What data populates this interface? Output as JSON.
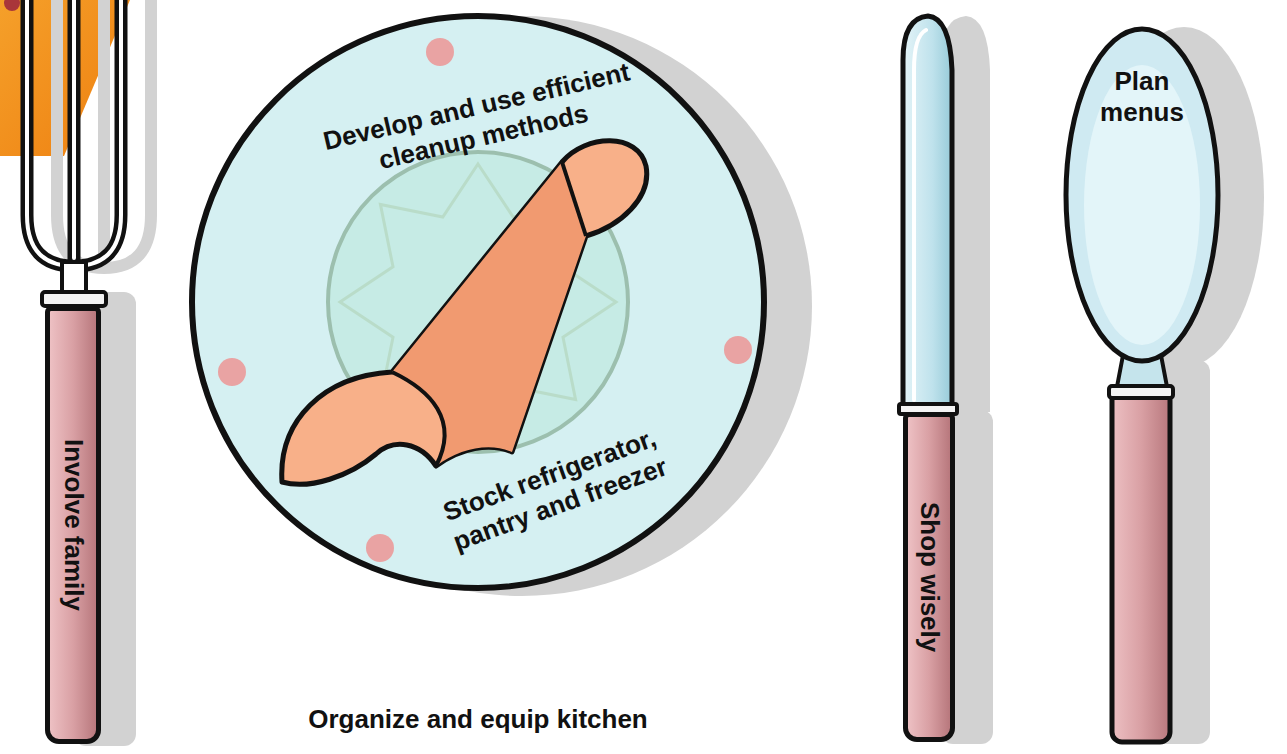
{
  "diagram": {
    "nodes": [
      {
        "text": [
          "Involve family"
        ]
      },
      {
        "text": [
          "Develop and use efficient cleanup methods",
          "Stock refrigerator, pantry and freezer"
        ]
      },
      {
        "text": [
          "Shop wisely"
        ]
      },
      {
        "text": [
          "Plan menus"
        ]
      }
    ],
    "labels": [
      "Organize and equip kitchen"
    ]
  }
}
